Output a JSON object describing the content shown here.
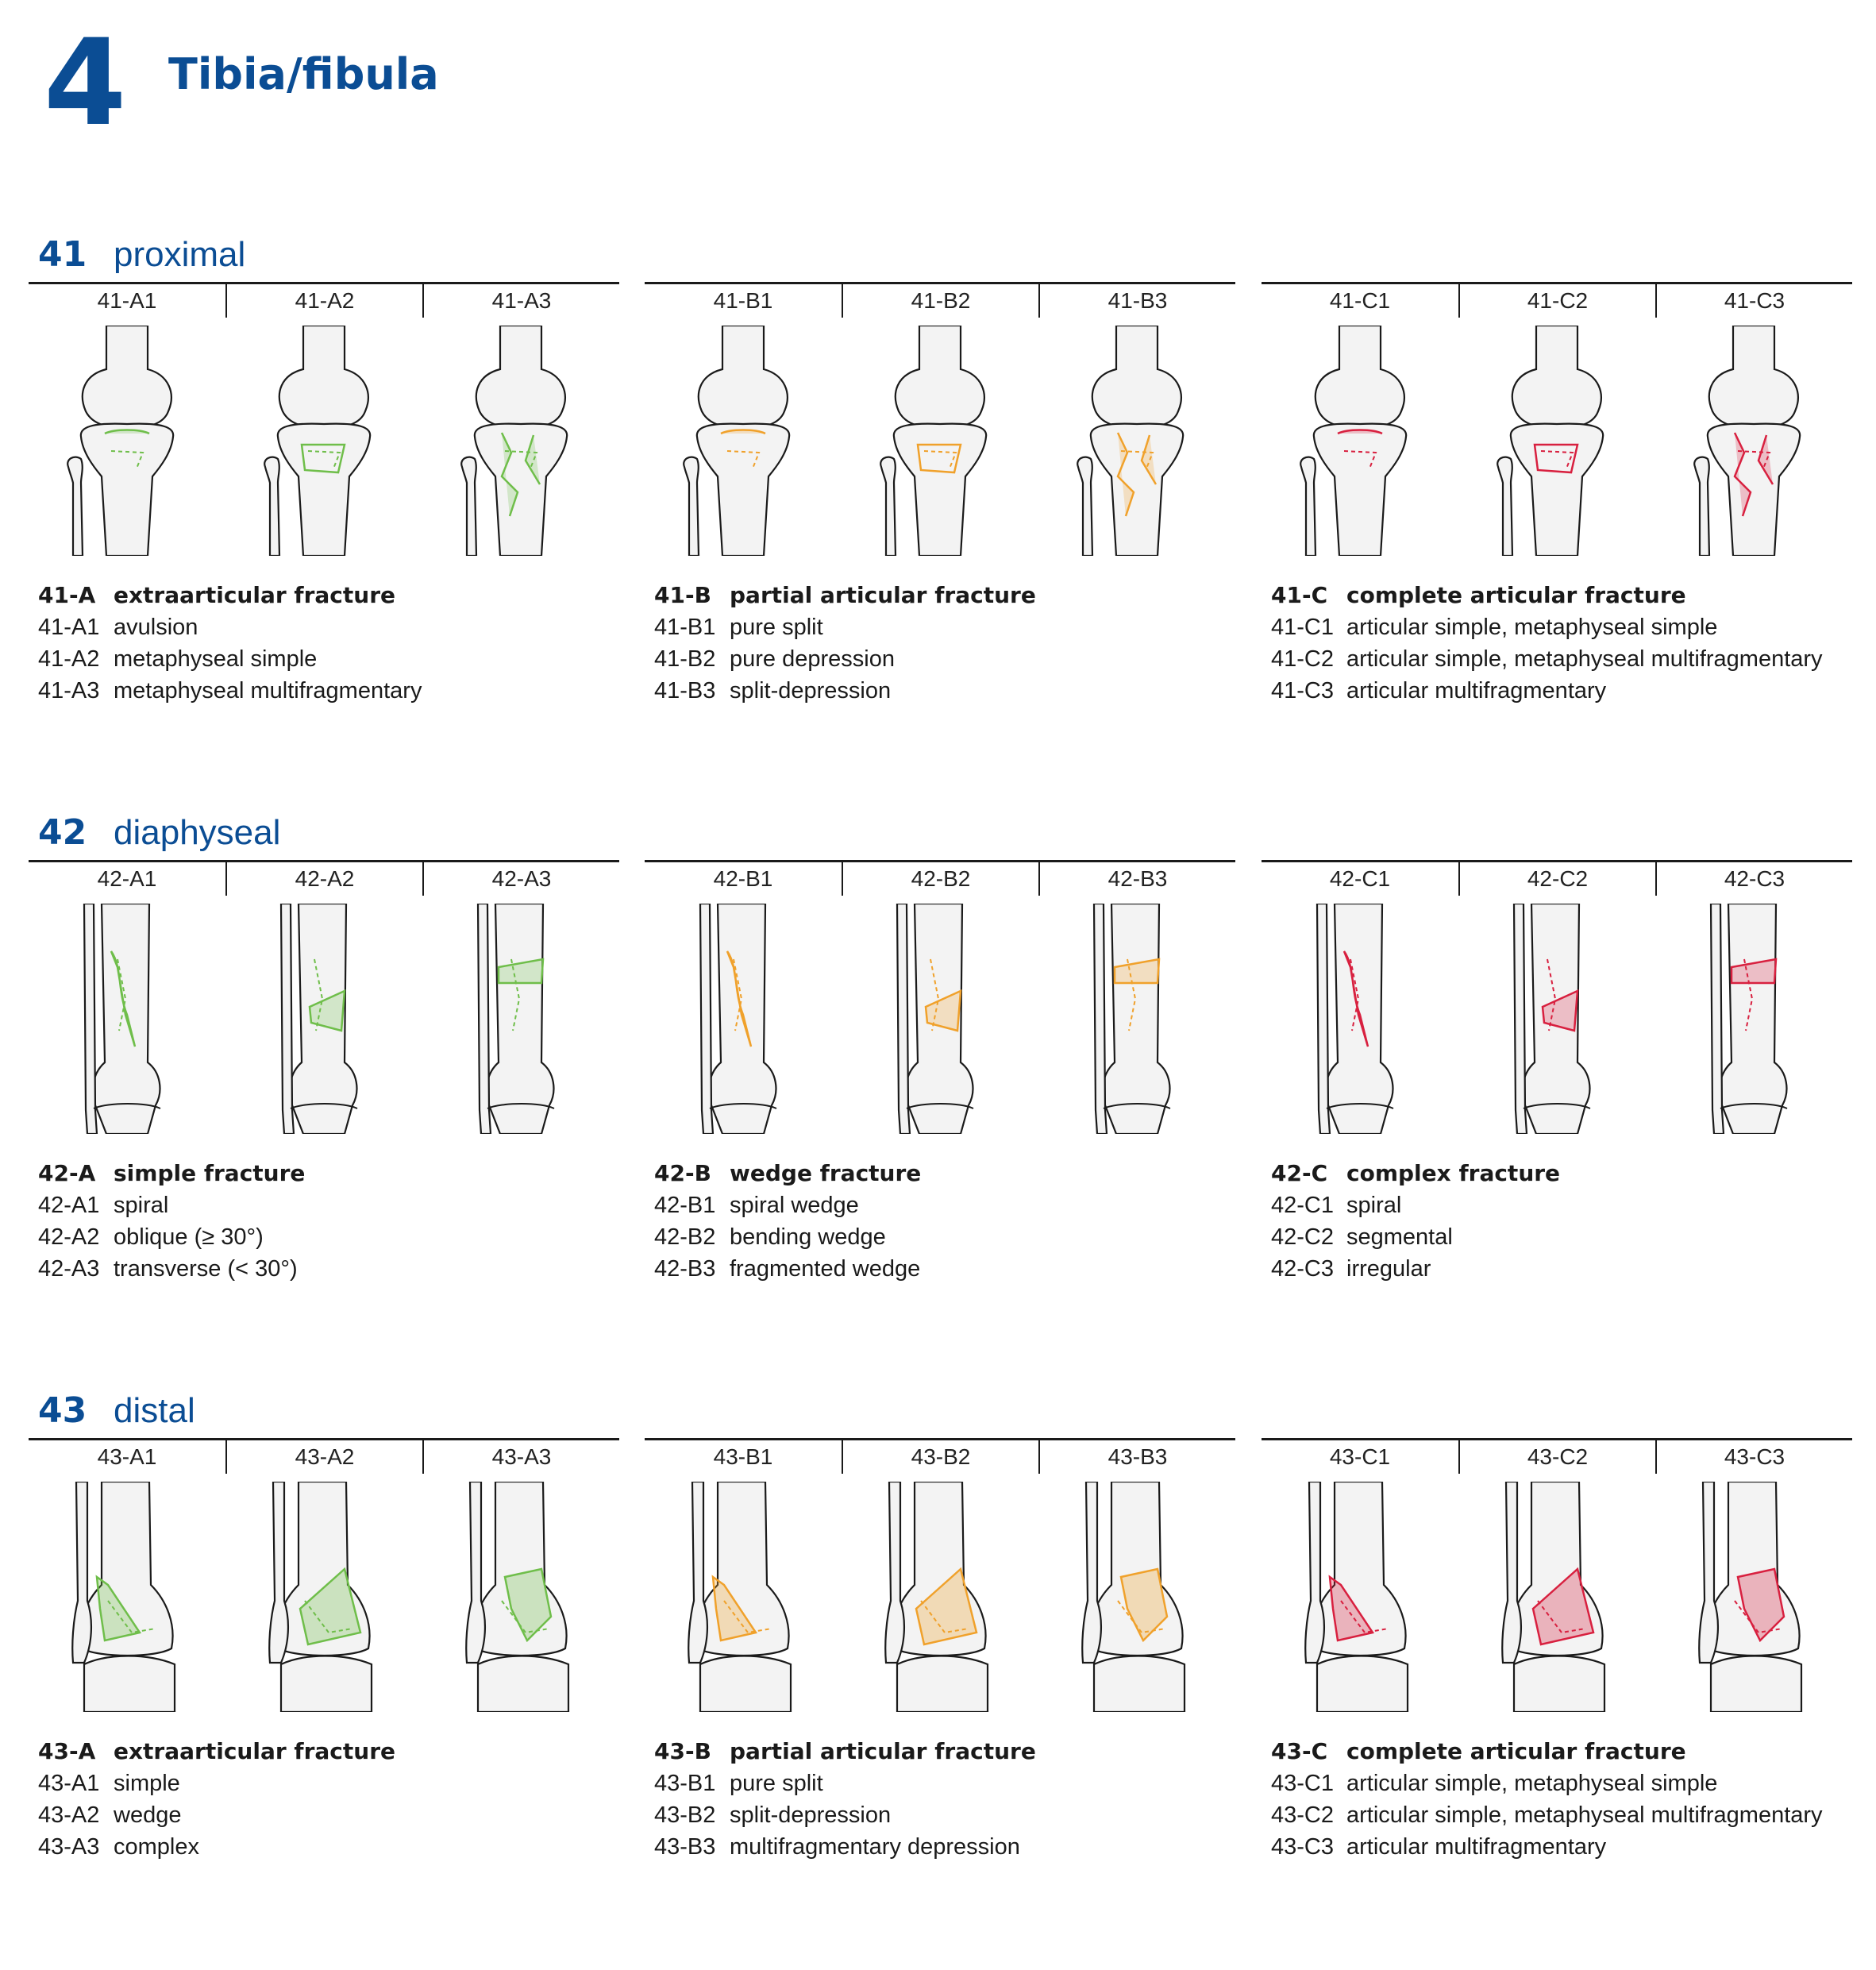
{
  "chapter": {
    "number": "4",
    "title": "Tibia/fibula"
  },
  "colors": {
    "brand": "#0b4d94",
    "A": "#6fbe4a",
    "B": "#f0a12b",
    "C": "#d8203f",
    "bone_fill": "#f3f3f3",
    "outline": "#1a1a1a"
  },
  "sections": [
    {
      "number": "41",
      "name": "proximal",
      "region": "proximal",
      "groups": [
        {
          "key": "A",
          "codes": [
            "41-A1",
            "41-A2",
            "41-A3"
          ],
          "legend": [
            {
              "code": "41-A",
              "text": "extraarticular fracture"
            },
            {
              "code": "41-A1",
              "text": "avulsion"
            },
            {
              "code": "41-A2",
              "text": "metaphyseal simple"
            },
            {
              "code": "41-A3",
              "text": "metaphyseal multifragmentary"
            }
          ]
        },
        {
          "key": "B",
          "codes": [
            "41-B1",
            "41-B2",
            "41-B3"
          ],
          "legend": [
            {
              "code": "41-B",
              "text": "partial articular fracture"
            },
            {
              "code": "41-B1",
              "text": "pure split"
            },
            {
              "code": "41-B2",
              "text": "pure depression"
            },
            {
              "code": "41-B3",
              "text": "split-depression"
            }
          ]
        },
        {
          "key": "C",
          "codes": [
            "41-C1",
            "41-C2",
            "41-C3"
          ],
          "legend": [
            {
              "code": "41-C",
              "text": "complete articular fracture"
            },
            {
              "code": "41-C1",
              "text": "articular simple, metaphyseal simple"
            },
            {
              "code": "41-C2",
              "text": "articular simple, metaphyseal multifragmentary"
            },
            {
              "code": "41-C3",
              "text": "articular multifragmentary"
            }
          ]
        }
      ]
    },
    {
      "number": "42",
      "name": "diaphyseal",
      "region": "diaphyseal",
      "groups": [
        {
          "key": "A",
          "codes": [
            "42-A1",
            "42-A2",
            "42-A3"
          ],
          "legend": [
            {
              "code": "42-A",
              "text": "simple fracture"
            },
            {
              "code": "42-A1",
              "text": "spiral"
            },
            {
              "code": "42-A2",
              "text": "oblique (≥ 30°)"
            },
            {
              "code": "42-A3",
              "text": "transverse (< 30°)"
            }
          ]
        },
        {
          "key": "B",
          "codes": [
            "42-B1",
            "42-B2",
            "42-B3"
          ],
          "legend": [
            {
              "code": "42-B",
              "text": "wedge fracture"
            },
            {
              "code": "42-B1",
              "text": "spiral wedge"
            },
            {
              "code": "42-B2",
              "text": "bending wedge"
            },
            {
              "code": "42-B3",
              "text": "fragmented wedge"
            }
          ]
        },
        {
          "key": "C",
          "codes": [
            "42-C1",
            "42-C2",
            "42-C3"
          ],
          "legend": [
            {
              "code": "42-C",
              "text": "complex fracture"
            },
            {
              "code": "42-C1",
              "text": "spiral"
            },
            {
              "code": "42-C2",
              "text": "segmental"
            },
            {
              "code": "42-C3",
              "text": "irregular"
            }
          ]
        }
      ]
    },
    {
      "number": "43",
      "name": "distal",
      "region": "distal",
      "groups": [
        {
          "key": "A",
          "codes": [
            "43-A1",
            "43-A2",
            "43-A3"
          ],
          "legend": [
            {
              "code": "43-A",
              "text": "extraarticular fracture"
            },
            {
              "code": "43-A1",
              "text": "simple"
            },
            {
              "code": "43-A2",
              "text": "wedge"
            },
            {
              "code": "43-A3",
              "text": "complex"
            }
          ]
        },
        {
          "key": "B",
          "codes": [
            "43-B1",
            "43-B2",
            "43-B3"
          ],
          "legend": [
            {
              "code": "43-B",
              "text": "partial articular fracture"
            },
            {
              "code": "43-B1",
              "text": "pure split"
            },
            {
              "code": "43-B2",
              "text": "split-depression"
            },
            {
              "code": "43-B3",
              "text": "multifragmentary depression"
            }
          ]
        },
        {
          "key": "C",
          "codes": [
            "43-C1",
            "43-C2",
            "43-C3"
          ],
          "legend": [
            {
              "code": "43-C",
              "text": "complete articular fracture"
            },
            {
              "code": "43-C1",
              "text": "articular simple, metaphyseal simple"
            },
            {
              "code": "43-C2",
              "text": "articular simple, metaphyseal multifragmentary"
            },
            {
              "code": "43-C3",
              "text": "articular multifragmentary"
            }
          ]
        }
      ]
    }
  ]
}
